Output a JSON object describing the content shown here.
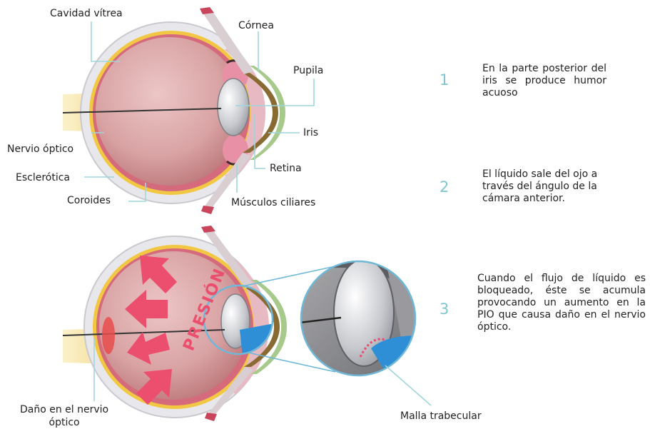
{
  "labels": {
    "cavidad_vitrea": "Cavidad vítrea",
    "cornea": "Córnea",
    "pupila": "Pupila",
    "iris": "Iris",
    "retina": "Retina",
    "musculos_ciliares": "Músculos ciliares",
    "nervio_optico": "Nervio óptico",
    "esclerotica": "Esclerótica",
    "coroides": "Coroides",
    "presion": "PRESIÓN",
    "dano_nervio": "Daño en el nervio\nóptico",
    "malla_trabecular": "Malla trabecular"
  },
  "steps": [
    {
      "number": "1",
      "text": "En la parte posterior del iris se produce humor acuoso"
    },
    {
      "number": "2",
      "text": "El líquido sale del ojo a través del ángulo de la cámara anterior."
    },
    {
      "number": "3",
      "text": "Cuando el flujo de líquido es bloqueado, éste se acumula provocando un aumento en la PIO que causa daño en el nervio óptico."
    }
  ],
  "colors": {
    "leader": "#9fd6de",
    "step_number": "#7fc6cf",
    "sclera": "#e6e6ea",
    "choroid_yellow": "#f2c744",
    "vitreous": "#cf8e90",
    "retina_pink": "#e05b73",
    "lens": "#c9cbd0",
    "iris_brown": "#8a6a33",
    "pressure_arrow": "#ec4e6d",
    "fluid_blue": "#2e8ed6",
    "nerve_yellow": "#f7e3a4"
  }
}
